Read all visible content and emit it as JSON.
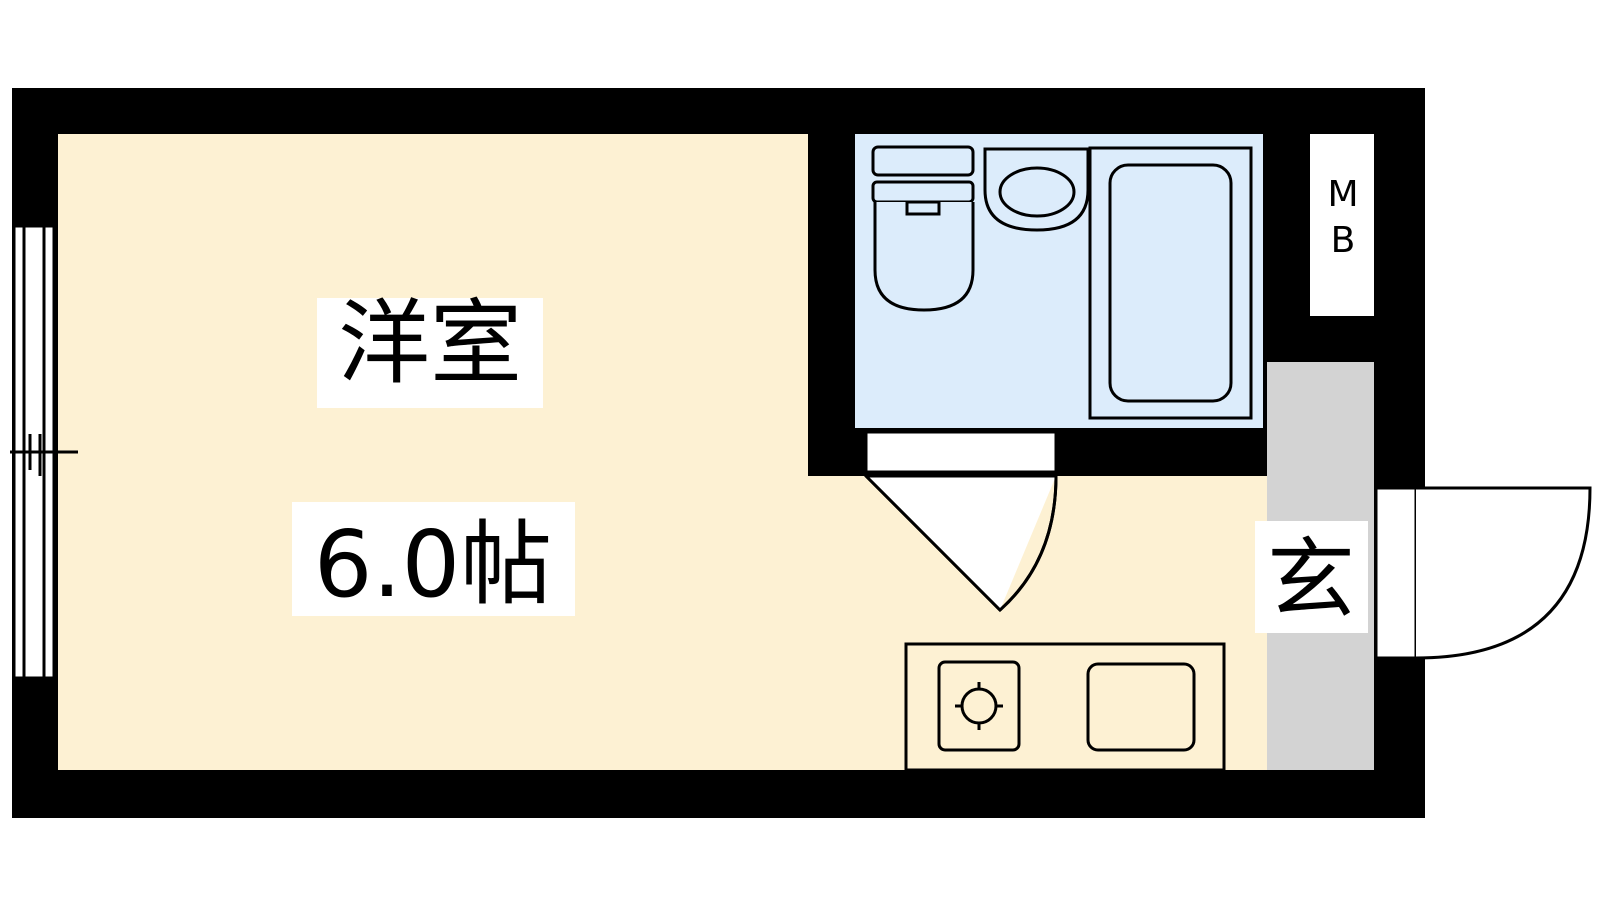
{
  "rooms": {
    "western": {
      "name": "洋室",
      "size": "6.0帖"
    },
    "entrance": {
      "name": "玄"
    },
    "closet": {
      "line1": "M",
      "line2": "B"
    }
  },
  "colors": {
    "wall": "#000000",
    "room_floor": "#fdf1d3",
    "bath_floor": "#dcecfb",
    "entrance_floor": "#d3d3d3",
    "label_bg": "#ffffff"
  }
}
